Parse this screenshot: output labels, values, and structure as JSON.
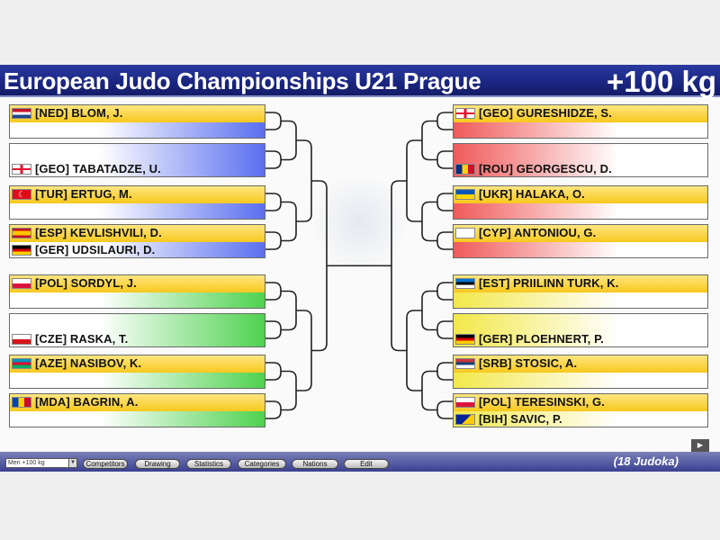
{
  "title": "European Judo Championships U21 Prague",
  "weight_class": "+100 kg",
  "judoka_count": "(18 Judoka)",
  "colors": {
    "title_bg": "#1a2580",
    "band_yellow": "#f7c81e",
    "blue": "#5a6ff0",
    "red": "#f05a5a",
    "green": "#4fd24f",
    "yellow": "#f2e84a"
  },
  "toolbar": {
    "select_value": "Men +100 kg",
    "buttons": [
      "Competitors",
      "Drawing",
      "Statistics",
      "Categories",
      "Nations",
      "Edit"
    ]
  },
  "left": [
    {
      "color": "blue",
      "top": [
        {
          "flag": "NED",
          "text": "[NED]  BLOM, J."
        }
      ],
      "bottom": []
    },
    {
      "color": "blue",
      "top": [],
      "bottom": [
        {
          "flag": "GEO",
          "text": "[GEO]  TABATADZE, U."
        }
      ]
    },
    {
      "color": "blue",
      "top": [
        {
          "flag": "TUR",
          "text": "[TUR]  ERTUG, M."
        }
      ],
      "bottom": []
    },
    {
      "color": "blue",
      "top": [
        {
          "flag": "ESP",
          "text": "[ESP]  KEVLISHVILI, D."
        }
      ],
      "bottom": [
        {
          "flag": "GER",
          "text": "[GER]  UDSILAURI, D."
        }
      ]
    },
    {
      "color": "green",
      "top": [
        {
          "flag": "POL",
          "text": "[POL]  SORDYL, J."
        }
      ],
      "bottom": []
    },
    {
      "color": "green",
      "top": [],
      "bottom": [
        {
          "flag": "CZE",
          "text": "[CZE]  RASKA, T."
        }
      ]
    },
    {
      "color": "green",
      "top": [
        {
          "flag": "AZE",
          "text": "[AZE]  NASIBOV, K."
        }
      ],
      "bottom": []
    },
    {
      "color": "green",
      "top": [
        {
          "flag": "MDA",
          "text": "[MDA]  BAGRIN, A."
        }
      ],
      "bottom": []
    }
  ],
  "right": [
    {
      "color": "red",
      "top": [
        {
          "flag": "GEO",
          "text": "[GEO]  GURESHIDZE, S."
        }
      ],
      "bottom": []
    },
    {
      "color": "red",
      "top": [],
      "bottom": [
        {
          "flag": "ROU",
          "text": "[ROU]  GEORGESCU, D."
        }
      ]
    },
    {
      "color": "red",
      "top": [
        {
          "flag": "UKR",
          "text": "[UKR]  HALAKA, O."
        }
      ],
      "bottom": []
    },
    {
      "color": "red",
      "top": [
        {
          "flag": "CYP",
          "text": "[CYP]  ANTONIOU, G."
        }
      ],
      "bottom": []
    },
    {
      "color": "yellow",
      "top": [
        {
          "flag": "EST",
          "text": "[EST]  PRIILINN TURK, K."
        }
      ],
      "bottom": []
    },
    {
      "color": "yellow",
      "top": [],
      "bottom": [
        {
          "flag": "GER",
          "text": "[GER]  PLOEHNERT, P."
        }
      ]
    },
    {
      "color": "yellow",
      "top": [
        {
          "flag": "SRB",
          "text": "[SRB]  STOSIC, A."
        }
      ],
      "bottom": []
    },
    {
      "color": "yellow",
      "top": [
        {
          "flag": "POL",
          "text": "[POL]  TERESINSKI, G."
        }
      ],
      "bottom": [
        {
          "flag": "BIH",
          "text": "[BIH]  SAVIC, P."
        }
      ]
    }
  ]
}
